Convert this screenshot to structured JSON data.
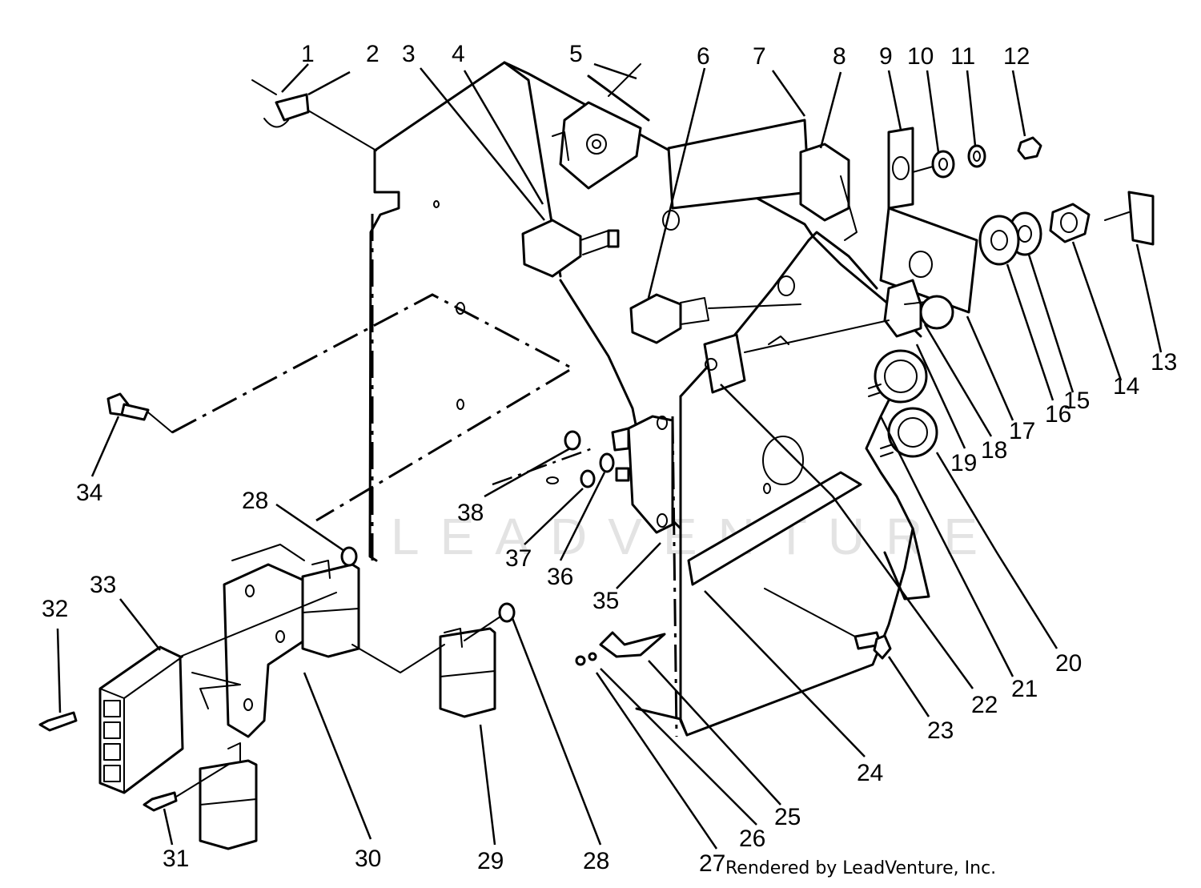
{
  "watermark": "LEADVENTURE",
  "credit": "Rendered by LeadVenture, Inc.",
  "callouts": [
    "1",
    "2",
    "3",
    "4",
    "5",
    "6",
    "7",
    "8",
    "9",
    "10",
    "11",
    "12",
    "13",
    "14",
    "15",
    "16",
    "17",
    "18",
    "19",
    "20",
    "21",
    "22",
    "23",
    "24",
    "25",
    "26",
    "27",
    "28",
    "29",
    "30",
    "31",
    "32",
    "33",
    "34",
    "35",
    "36",
    "37",
    "38",
    "28"
  ]
}
